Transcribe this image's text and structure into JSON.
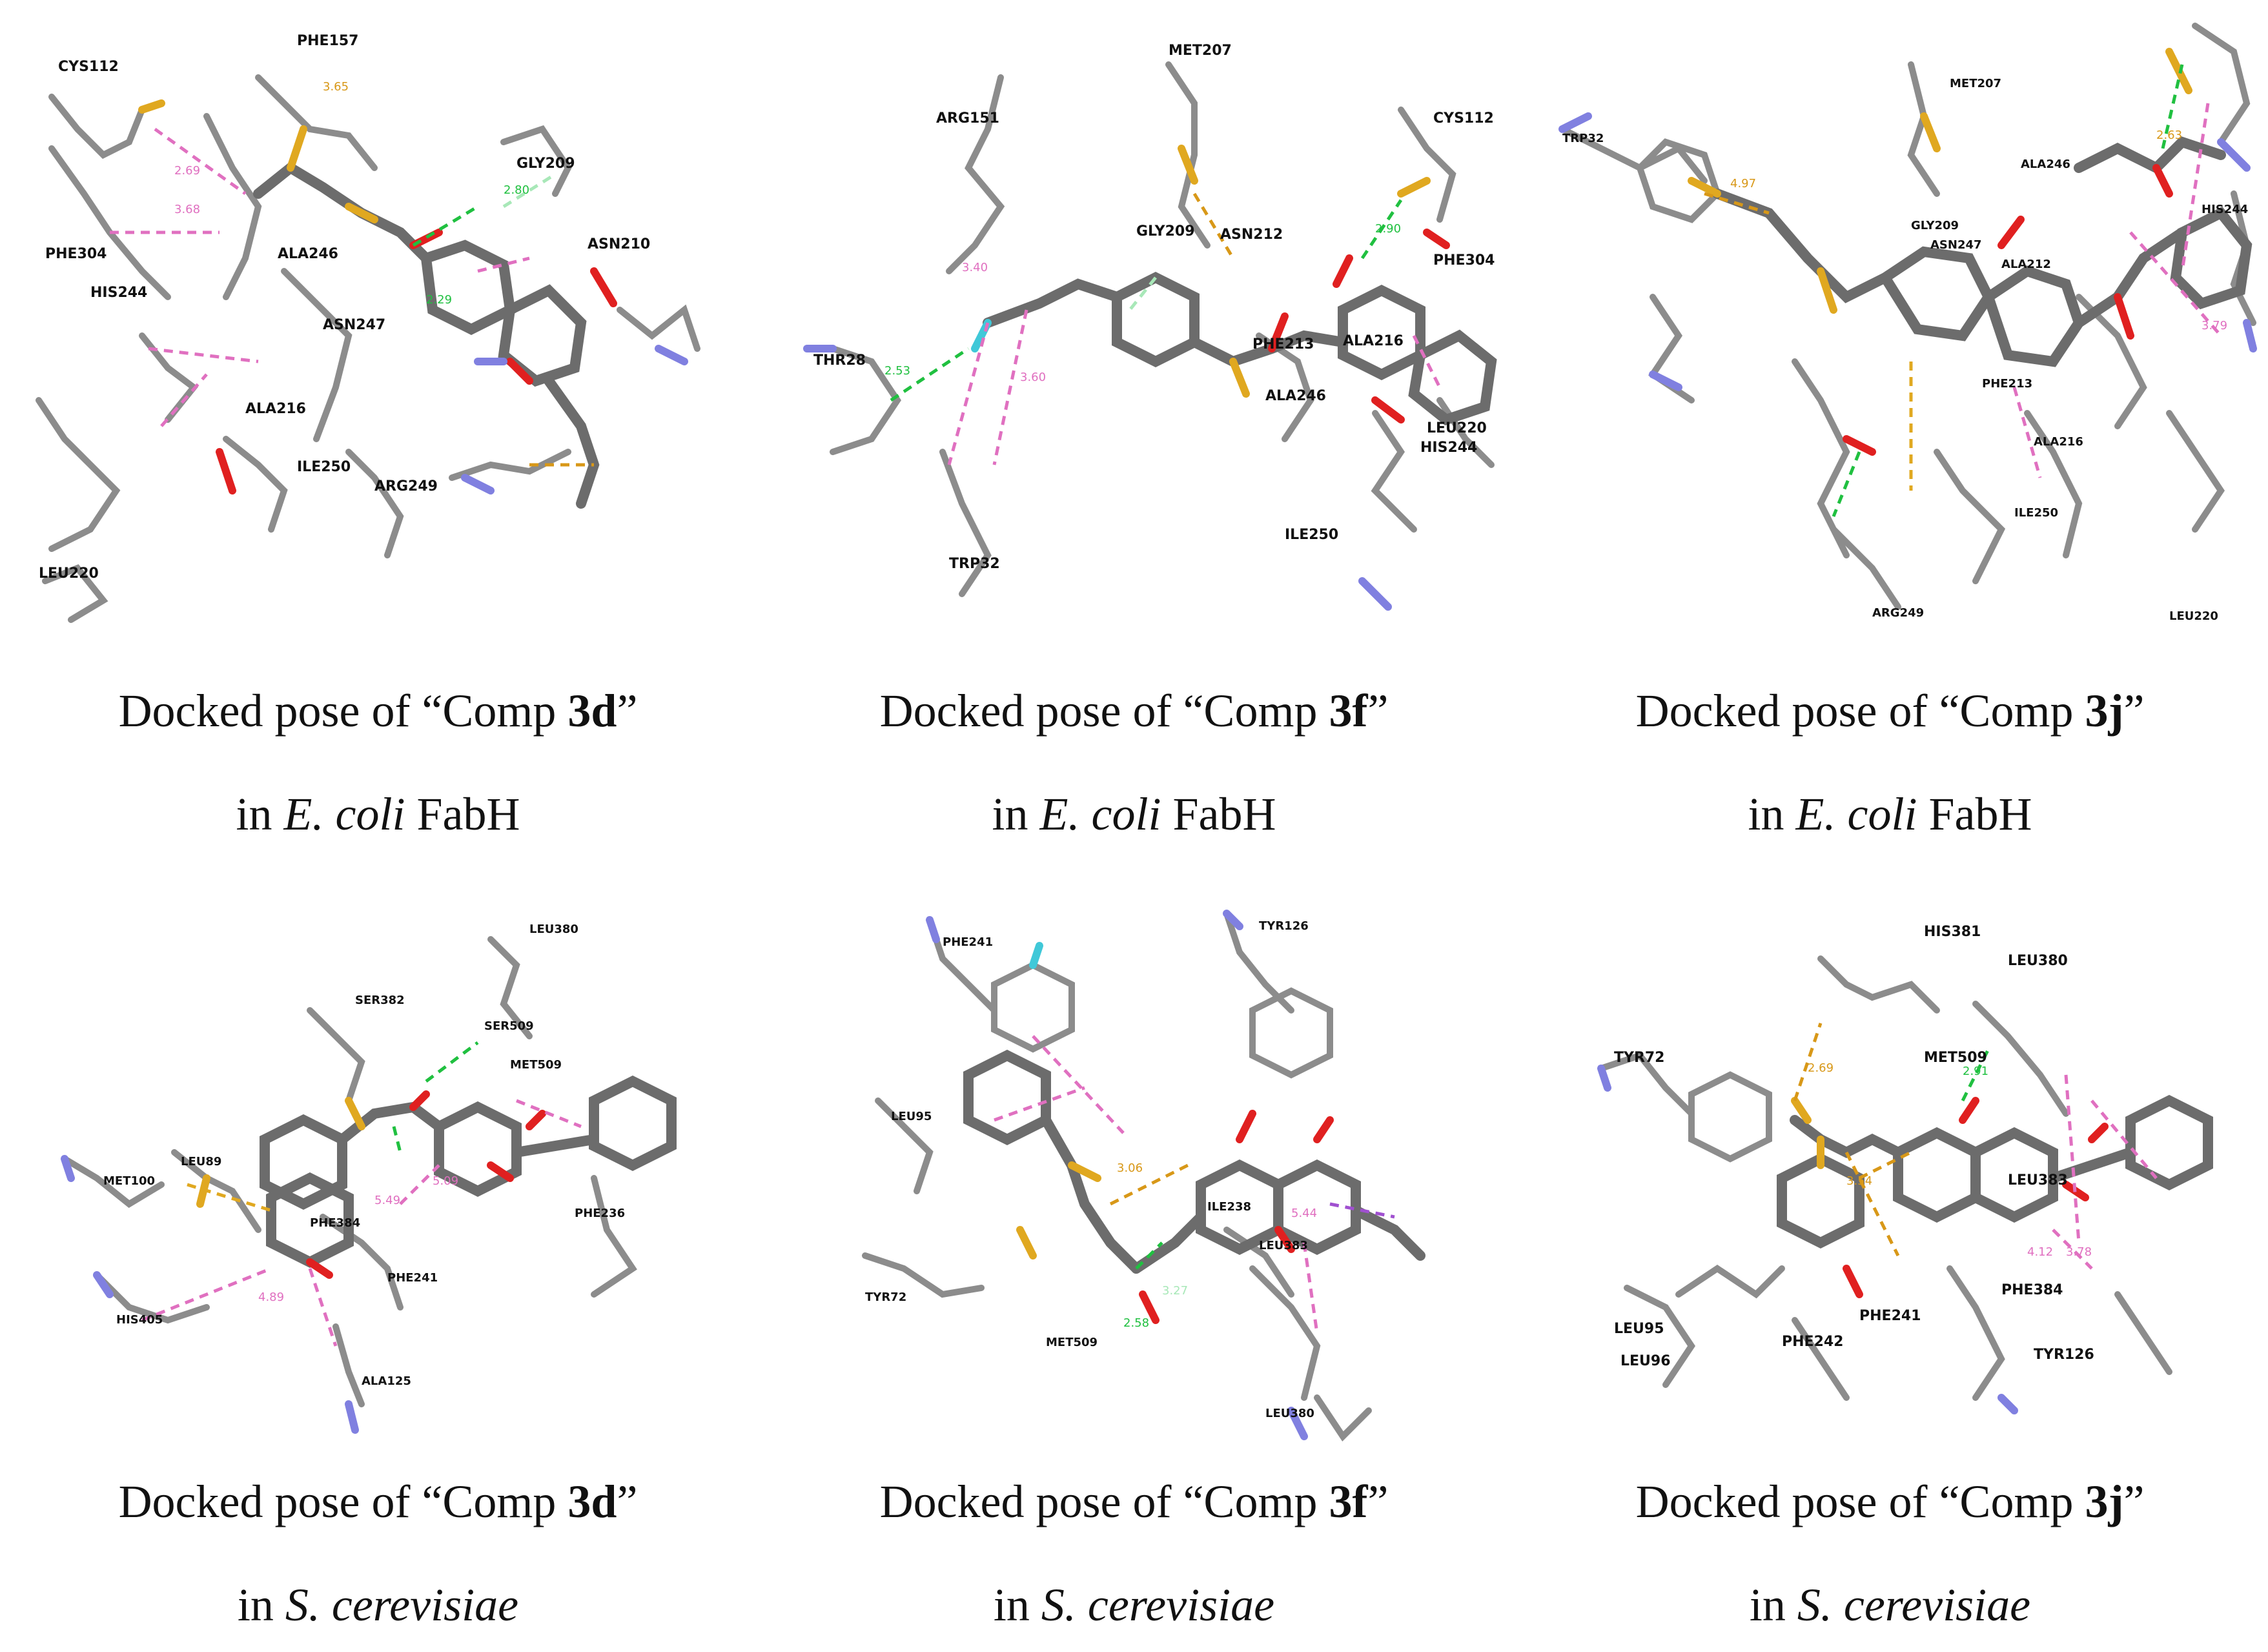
{
  "panels": [
    {
      "residues": [
        "CYS112",
        "PHE157",
        "GLY209",
        "PHE304",
        "ALA246",
        "HIS244",
        "ASN210",
        "ASN247",
        "ALA216",
        "ILE250",
        "ARG249",
        "LEU220"
      ],
      "distances": [
        "2.69",
        "3.68",
        "3.65",
        "2.80",
        "2.29"
      ],
      "caption": {
        "pre": "Docked pose of “Comp ",
        "bold": "3d",
        "post": "”",
        "line2_pre": "in ",
        "italic": "E. coli",
        "line2_post": " FabH"
      }
    },
    {
      "residues": [
        "MET207",
        "ARG151",
        "CYS112",
        "GLY209",
        "ASN212",
        "PHE304",
        "PHE213",
        "ALA216",
        "ALA246",
        "LEU220",
        "HIS244",
        "THR28",
        "TRP32",
        "ILE250"
      ],
      "distances": [
        "2.53",
        "3.60",
        "3.40",
        "2.90"
      ],
      "caption": {
        "pre": "Docked pose of “Comp ",
        "bold": "3f",
        "post": "”",
        "line2_pre": "in ",
        "italic": "E. coli",
        "line2_post": " FabH"
      }
    },
    {
      "residues": [
        "MET207",
        "TRP32",
        "ALA246",
        "HIS244",
        "GLY209",
        "ASN247",
        "ALA212",
        "PHE213",
        "ALA216",
        "ILE250",
        "ARG249",
        "LEU220"
      ],
      "distances": [
        "4.97",
        "2.63",
        "3.79"
      ],
      "caption": {
        "pre": "Docked pose of “Comp ",
        "bold": "3j",
        "post": "”",
        "line2_pre": "in ",
        "italic": "E. coli",
        "line2_post": " FabH"
      }
    },
    {
      "residues": [
        "LEU380",
        "SER382",
        "SER509",
        "MET509",
        "LEU89",
        "MET100",
        "PHE384",
        "PHE241",
        "PHE236",
        "HIS405",
        "ALA125"
      ],
      "distances": [
        "5.09",
        "5.49",
        "4.89"
      ],
      "caption": {
        "pre": "Docked pose of “Comp ",
        "bold": "3d",
        "post": "”",
        "line2_pre": "in ",
        "italic": "S. cerevisiae",
        "line2_post": ""
      }
    },
    {
      "residues": [
        "PHE241",
        "TYR126",
        "LEU95",
        "TYR72",
        "MET509",
        "LEU383",
        "LEU380",
        "ILE238"
      ],
      "distances": [
        "3.06",
        "2.58",
        "5.44",
        "3.27"
      ],
      "caption": {
        "pre": "Docked pose of “Comp ",
        "bold": "3f",
        "post": "”",
        "line2_pre": "in ",
        "italic": "S. cerevisiae",
        "line2_post": ""
      }
    },
    {
      "residues": [
        "HIS381",
        "LEU380",
        "TYR72",
        "MET509",
        "LEU383",
        "PHE384",
        "TYR126",
        "LEU95",
        "LEU96",
        "PHE242",
        "PHE241"
      ],
      "distances": [
        "2.69",
        "3.54",
        "4.12",
        "3.78",
        "2.91"
      ],
      "caption": {
        "pre": "Docked pose of “Comp ",
        "bold": "3j",
        "post": "”",
        "line2_pre": "in ",
        "italic": "S. cerevisiae",
        "line2_post": ""
      }
    }
  ],
  "colors": {
    "carbon": "#8c8c8c",
    "oxygen": "#e02020",
    "nitrogen": "#8080e0",
    "sulfur": "#e0a820",
    "fluorine": "#40c8d8",
    "hydrogen": "#d0d0d0",
    "pi_alkyl": "#e070c0",
    "hbond": "#20c040",
    "weak_hbond": "#a8e8b8",
    "pi_sulfur": "#d89818",
    "pi_pi": "#a050d0",
    "label": "#111111"
  }
}
